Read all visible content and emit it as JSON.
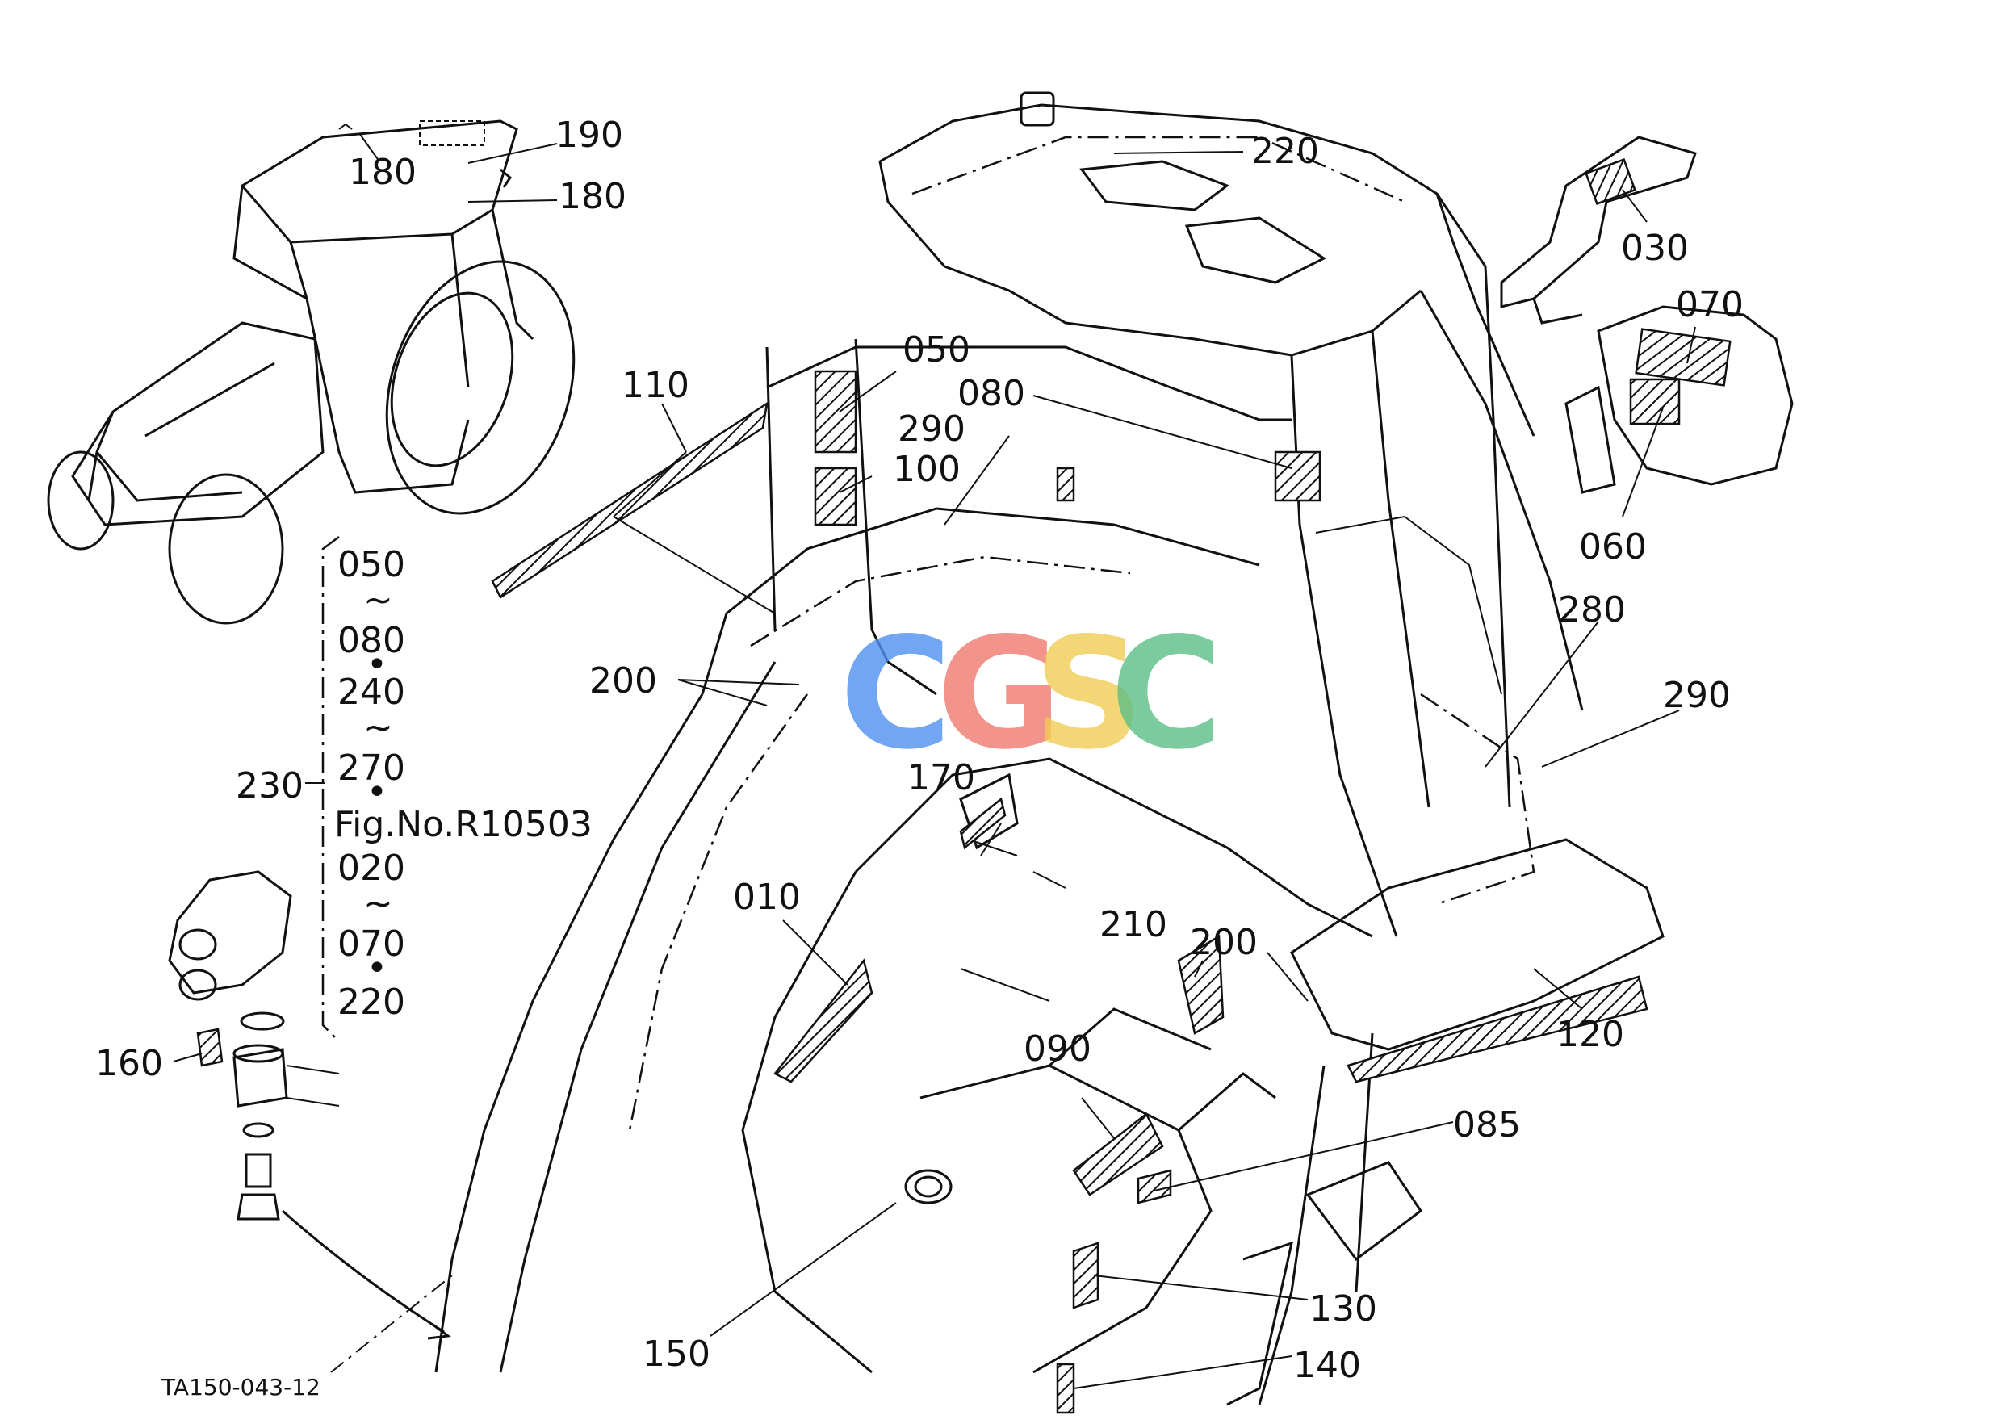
{
  "diagram": {
    "reference_code": "TA150-043-12",
    "watermark": {
      "letters": [
        "C",
        "G",
        "S",
        "C"
      ],
      "colors": [
        "#4f8ff0",
        "#ef7a70",
        "#f1cc55",
        "#5cbf87"
      ]
    },
    "callouts": [
      {
        "id": "c190",
        "text": "190"
      },
      {
        "id": "c180a",
        "text": "180"
      },
      {
        "id": "c180b",
        "text": "180"
      },
      {
        "id": "c220",
        "text": "220"
      },
      {
        "id": "c030",
        "text": "030"
      },
      {
        "id": "c070",
        "text": "070"
      },
      {
        "id": "c060",
        "text": "060"
      },
      {
        "id": "c050",
        "text": "050"
      },
      {
        "id": "c110",
        "text": "110"
      },
      {
        "id": "c080",
        "text": "080"
      },
      {
        "id": "c290a",
        "text": "290"
      },
      {
        "id": "c100",
        "text": "100"
      },
      {
        "id": "c200a",
        "text": "200"
      },
      {
        "id": "c280",
        "text": "280"
      },
      {
        "id": "c290b",
        "text": "290"
      },
      {
        "id": "c170",
        "text": "170"
      },
      {
        "id": "c010",
        "text": "010"
      },
      {
        "id": "c210",
        "text": "210"
      },
      {
        "id": "c200b",
        "text": "200"
      },
      {
        "id": "c120",
        "text": "120"
      },
      {
        "id": "c090",
        "text": "090"
      },
      {
        "id": "c085",
        "text": "085"
      },
      {
        "id": "c160",
        "text": "160"
      },
      {
        "id": "c230",
        "text": "230"
      },
      {
        "id": "c130",
        "text": "130"
      },
      {
        "id": "c150",
        "text": "150"
      },
      {
        "id": "c140",
        "text": "140"
      }
    ],
    "group_230": {
      "lines": [
        "050",
        "~",
        "080",
        "•",
        "240",
        "~",
        "270",
        "•",
        "Fig.No.R10503",
        "020",
        "~",
        "070",
        "•",
        "220"
      ]
    }
  }
}
